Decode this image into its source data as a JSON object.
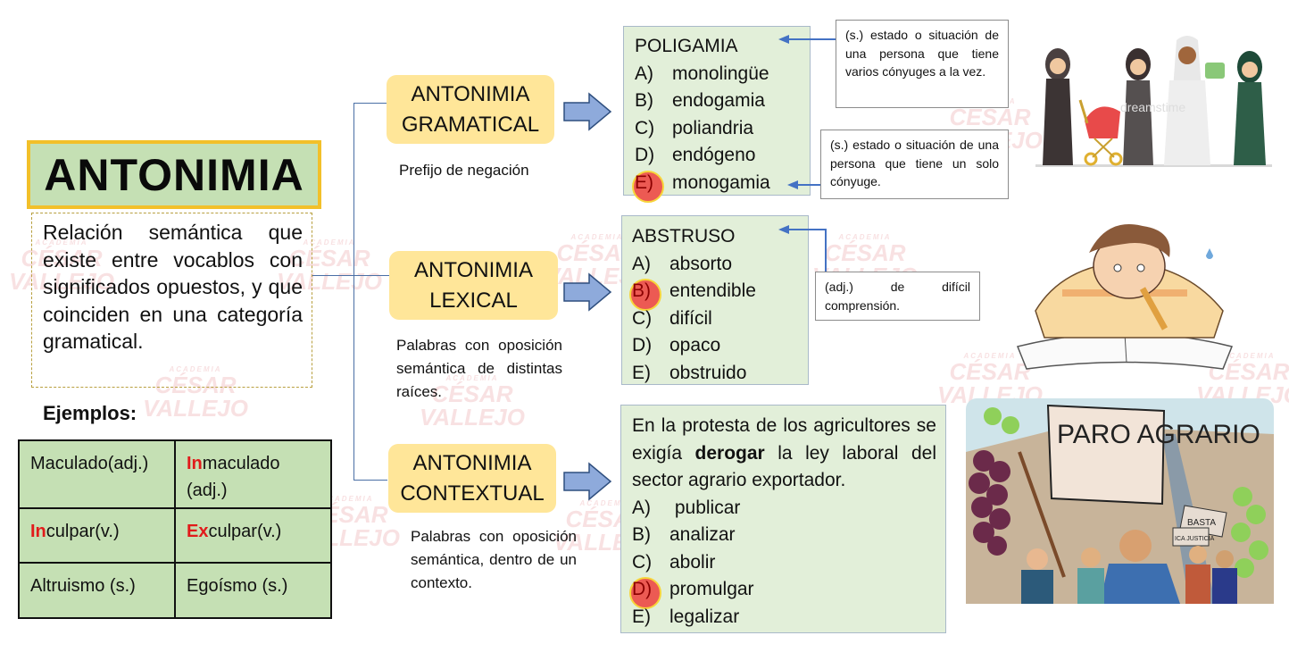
{
  "watermark": {
    "line1": "ACADEMIA",
    "line2": "CÉSAR",
    "line3": "VALLEJO"
  },
  "title": "ANTONIMIA",
  "definition": "Relación semántica que existe entre vocablos con significados opuestos, y que coinciden en una categoría gramatical.",
  "examples": {
    "heading": "Ejemplos:",
    "rows": [
      {
        "left": "Maculado(adj.)",
        "right_prefix": "In",
        "right_rest": "maculado (adj.)"
      },
      {
        "left_prefix": "In",
        "left_rest": "culpar(v.)",
        "right_prefix": "Ex",
        "right_rest": "culpar(v.)"
      },
      {
        "left": "Altruismo (s.)",
        "right": "Egoísmo (s.)"
      }
    ]
  },
  "categories": [
    {
      "line1": "ANTONIMIA",
      "line2": "GRAMATICAL",
      "description": "Prefijo de negación",
      "question": {
        "stem": "POLIGAMIA",
        "options": [
          {
            "letter": "A)",
            "text": "monolingüe"
          },
          {
            "letter": "B)",
            "text": "endogamia"
          },
          {
            "letter": "C)",
            "text": "poliandria"
          },
          {
            "letter": "D)",
            "text": "endógeno"
          },
          {
            "letter": "E)",
            "text": "monogamia"
          }
        ],
        "answer": "E"
      },
      "notes": [
        "(s.) estado o situación de una persona que tiene varios cónyuges a la vez.",
        "(s.) estado o situación de una persona que tiene un solo cónyuge."
      ]
    },
    {
      "line1": "ANTONIMIA",
      "line2": "LEXICAL",
      "description": "Palabras con oposición semántica de distintas raíces.",
      "question": {
        "stem": "ABSTRUSO",
        "options": [
          {
            "letter": "A)",
            "text": "absorto"
          },
          {
            "letter": "B)",
            "text": "entendible"
          },
          {
            "letter": "C)",
            "text": "difícil"
          },
          {
            "letter": "D)",
            "text": "opaco"
          },
          {
            "letter": "E)",
            "text": "obstruido"
          }
        ],
        "answer": "B"
      },
      "notes": [
        "(adj.) de difícil comprensión."
      ]
    },
    {
      "line1": "ANTONIMIA",
      "line2": "CONTEXTUAL",
      "description": "Palabras con oposición semántica, dentro de un contexto.",
      "question": {
        "stem_before": "En la  protesta de los agricultores se exigía ",
        "stem_bold": "derogar",
        "stem_after": " la ley  laboral del sector agrario exportador.",
        "options": [
          {
            "letter": "A)",
            "text": " publicar"
          },
          {
            "letter": "B)",
            "text": "analizar"
          },
          {
            "letter": "C)",
            "text": "abolir"
          },
          {
            "letter": "D)",
            "text": "promulgar"
          },
          {
            "letter": "E)",
            "text": "legalizar"
          }
        ],
        "answer": "D"
      }
    }
  ],
  "illustrations": {
    "polygamy": "dreamstime",
    "protest_sign": "PARO AGRARIO",
    "protest_small_signs": [
      "BASTA",
      "ICA JUSTICIA"
    ]
  },
  "colors": {
    "title_bg": "#c5e0b4",
    "title_border": "#f2c02a",
    "category_bg": "#ffe699",
    "question_bg": "#e2efd9",
    "arrow_fill": "#8eaadb",
    "answer_circle": "#ec5a53",
    "prefix_red": "#e11b1b",
    "connector": "#4472c4"
  }
}
